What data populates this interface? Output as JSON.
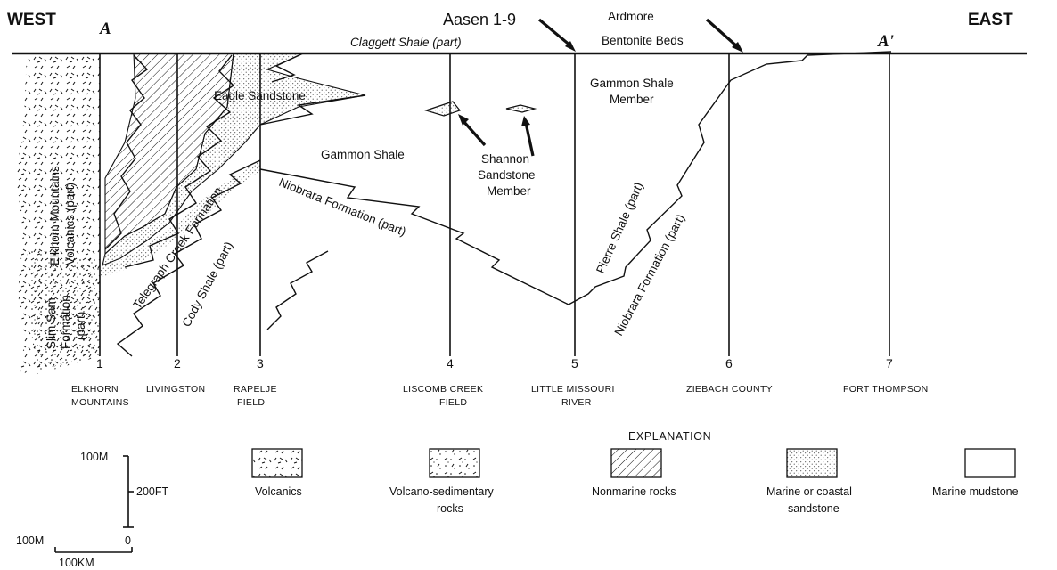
{
  "header": {
    "west": "WEST",
    "east": "EAST",
    "a_start": "A",
    "a_end": "A'",
    "aasen": "Aasen 1-9",
    "ardmore_1": "Ardmore",
    "ardmore_2": "Bentonite Beds",
    "claggett": "Claggett Shale (part)"
  },
  "formations": {
    "eagle": "Eagle Sandstone",
    "gammon": "Gammon Shale",
    "gammon_member_1": "Gammon Shale",
    "gammon_member_2": "Member",
    "shannon_1": "Shannon",
    "shannon_2": "Sandstone",
    "shannon_3": "Member",
    "niobrara_w": "Niobrara Formation (part)",
    "pierre": "Pierre Shale (part)",
    "niobrara_e": "Niobrara Formation (part)",
    "telegraph": "Telegraph Creek Formation",
    "cody": "Cody Shale (part)",
    "elkhorn_1": "Elkhorn Mountains",
    "elkhorn_2": "Volcanics (part)",
    "elkhorn_3": "",
    "slimsam_1": "Slim Sam",
    "slimsam_2": "Formation",
    "slimsam_3": "(part)"
  },
  "wells": [
    {
      "num": "1",
      "loc1": "ELKHORN",
      "loc2": "MOUNTAINS"
    },
    {
      "num": "2",
      "loc1": "LIVINGSTON",
      "loc2": ""
    },
    {
      "num": "3",
      "loc1": "RAPELJE",
      "loc2": "FIELD"
    },
    {
      "num": "4",
      "loc1": "LISCOMB CREEK",
      "loc2": "FIELD"
    },
    {
      "num": "5",
      "loc1": "LITTLE MISSOURI",
      "loc2": "RIVER"
    },
    {
      "num": "6",
      "loc1": "ZIEBACH COUNTY",
      "loc2": ""
    },
    {
      "num": "7",
      "loc1": "FORT THOMPSON",
      "loc2": ""
    }
  ],
  "scale": {
    "v_top": "100M",
    "v_mid": "200FT",
    "h_left": "100M",
    "h_zero": "0",
    "h_bottom": "100KM"
  },
  "legend": {
    "title": "EXPLANATION",
    "volcanics": "Volcanics",
    "volcsed_1": "Volcano-sedimentary",
    "volcsed_2": "rocks",
    "nonmarine": "Nonmarine rocks",
    "sand_1": "Marine or coastal",
    "sand_2": "sandstone",
    "mudstone": "Marine mudstone"
  }
}
